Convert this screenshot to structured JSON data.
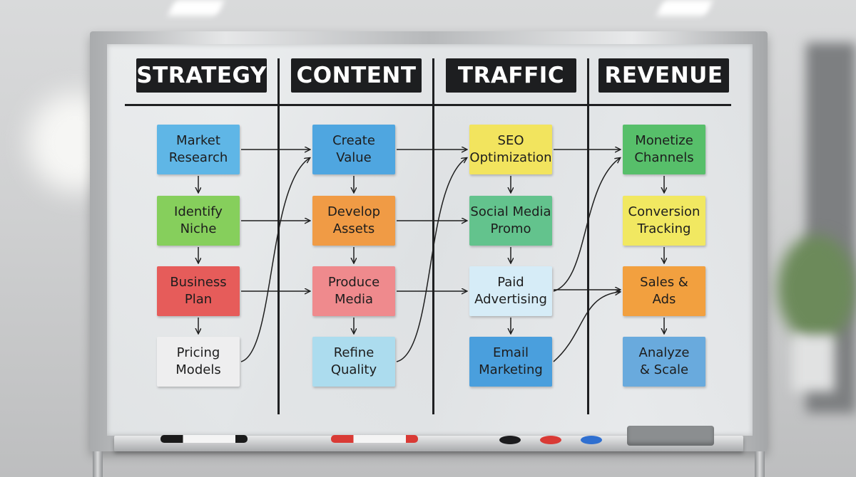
{
  "columns": [
    {
      "header": "STRATEGY",
      "notes": [
        {
          "text": "Market\nResearch",
          "color": "#5fb6e6"
        },
        {
          "text": "Identify\nNiche",
          "color": "#86cf5c"
        },
        {
          "text": "Business\nPlan",
          "color": "#e65c5a"
        },
        {
          "text": "Pricing\nModels",
          "color": "#eeeeef"
        }
      ]
    },
    {
      "header": "CONTENT",
      "notes": [
        {
          "text": "Create\nValue",
          "color": "#4fa6e0"
        },
        {
          "text": "Develop\nAssets",
          "color": "#f09b45"
        },
        {
          "text": "Produce\nMedia",
          "color": "#ef8a8d"
        },
        {
          "text": "Refine\nQuality",
          "color": "#acdcee"
        }
      ]
    },
    {
      "header": "TRAFFIC",
      "notes": [
        {
          "text": "SEO\nOptimization",
          "color": "#f2e45e"
        },
        {
          "text": "Social Media\nPromo",
          "color": "#63c38d"
        },
        {
          "text": "Paid\nAdvertising",
          "color": "#d6ecf7"
        },
        {
          "text": "Email\nMarketing",
          "color": "#4a9fdd"
        }
      ]
    },
    {
      "header": "REVENUE",
      "notes": [
        {
          "text": "Monetize\nChannels",
          "color": "#57bf6a"
        },
        {
          "text": "Conversion\nTracking",
          "color": "#f1e861"
        },
        {
          "text": "Sales &\nAds",
          "color": "#f2a03f"
        },
        {
          "text": "Analyze\n& Scale",
          "color": "#69aadd"
        }
      ]
    }
  ],
  "tray_items": {
    "markers": [
      "black-marker",
      "red-marker"
    ],
    "magnets": [
      {
        "name": "black-magnet",
        "color": "#1c1c1e"
      },
      {
        "name": "red-magnet",
        "color": "#d93a35"
      },
      {
        "name": "blue-magnet",
        "color": "#2f6fd0"
      }
    ],
    "eraser": "eraser"
  }
}
